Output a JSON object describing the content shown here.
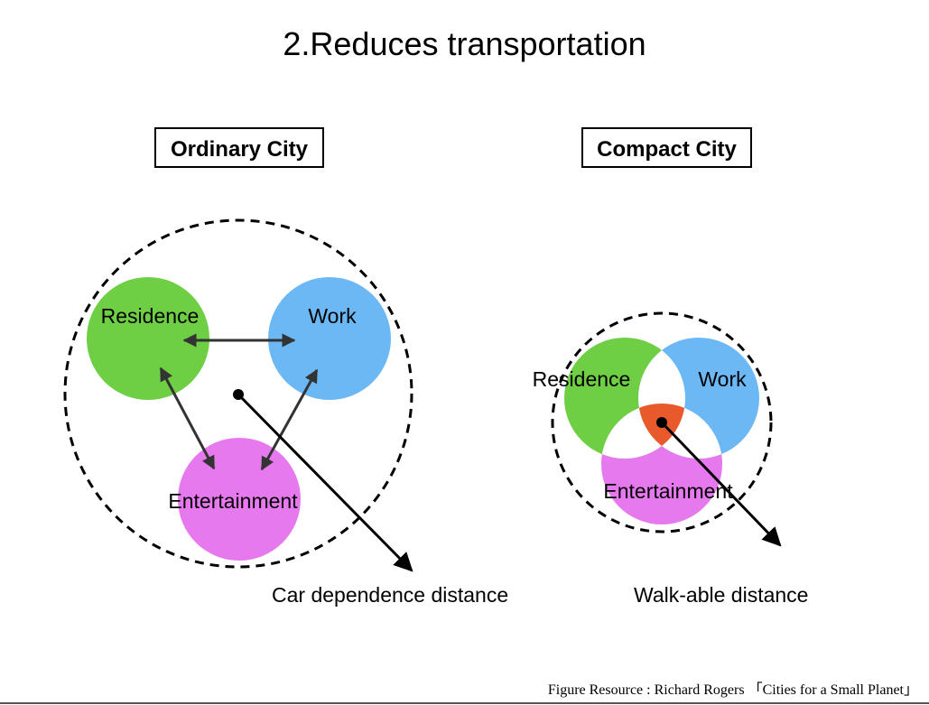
{
  "title": "2.Reduces transportation",
  "colors": {
    "residence": "#6ece44",
    "work": "#6cb8f5",
    "entertainment": "#e679ed",
    "center_overlap": "#e85a2c"
  },
  "ordinary_city": {
    "heading": "Ordinary City",
    "nodes": {
      "residence": "Residence",
      "work": "Work",
      "entertainment": "Entertainment"
    },
    "caption": "Car dependence distance"
  },
  "compact_city": {
    "heading": "Compact City",
    "nodes": {
      "residence": "Residence",
      "work": "Work",
      "entertainment": "Entertainment"
    },
    "caption": "Walk-able distance"
  },
  "footer": "Figure Resource : Richard Rogers 「Cities for a Small Planet」"
}
